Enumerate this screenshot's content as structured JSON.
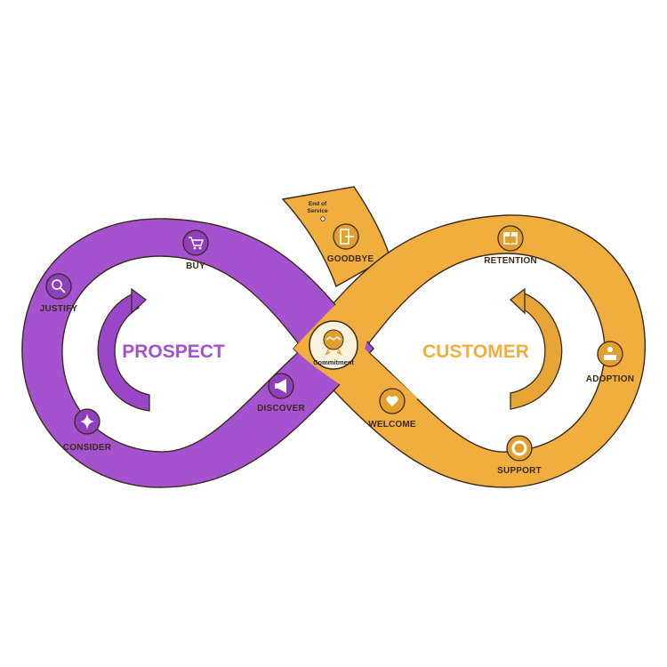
{
  "colors": {
    "prospect": "#a552d0",
    "customer": "#f0ae3e",
    "icon_fill_prospect": "#8f3fbc",
    "icon_fill_customer": "#e39f2d",
    "commitment_bg": "#fbf2dd"
  },
  "prospect": {
    "title": "PROSPECT",
    "stages": [
      {
        "label": "BUY",
        "icon": "cart-icon"
      },
      {
        "label": "JUSTIFY",
        "icon": "magnifier-icon"
      },
      {
        "label": "CONSIDER",
        "icon": "sparkle-icon"
      },
      {
        "label": "DISCOVER",
        "icon": "megaphone-icon"
      }
    ]
  },
  "customer": {
    "title": "CUSTOMER",
    "stages": [
      {
        "label": "RETENTION",
        "icon": "gift-icon"
      },
      {
        "label": "ADOPTION",
        "icon": "person-laptop-icon"
      },
      {
        "label": "SUPPORT",
        "icon": "lifebuoy-icon"
      },
      {
        "label": "WELCOME",
        "icon": "heart-hand-icon"
      }
    ]
  },
  "goodbye": {
    "label": "GOODBYE",
    "icon": "exit-door-icon"
  },
  "end_of_service": {
    "line1": "End of",
    "line2": "Service"
  },
  "commitment": {
    "label": "Commitment",
    "icon": "handshake-badge-icon"
  }
}
